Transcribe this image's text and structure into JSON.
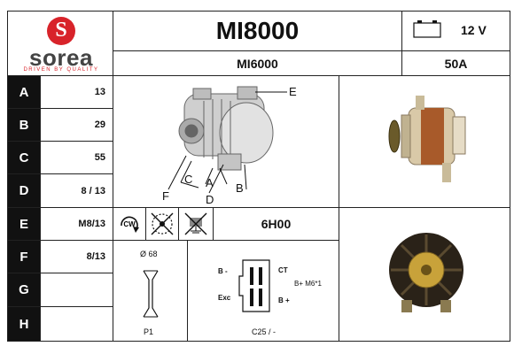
{
  "brand": {
    "name": "sorea",
    "mark": "S",
    "tagline": "DRIVEN BY QUALITY",
    "color": "#d8232a"
  },
  "product": {
    "model": "MI8000",
    "alt_model": "MI6000",
    "voltage": "12 V",
    "amperage": "50A"
  },
  "rows": [
    {
      "label": "A",
      "value": "13"
    },
    {
      "label": "B",
      "value": "29"
    },
    {
      "label": "C",
      "value": "55"
    },
    {
      "label": "D",
      "value": "8 / 13"
    },
    {
      "label": "E",
      "value": "M8/13"
    },
    {
      "label": "F",
      "value": "8/13"
    },
    {
      "label": "G",
      "value": ""
    },
    {
      "label": "H",
      "value": ""
    }
  ],
  "diagram_labels": {
    "a": "A",
    "b": "B",
    "c": "C",
    "d": "D",
    "e": "E",
    "f": "F"
  },
  "icons": {
    "rotation": "CW",
    "rotation_icon": "clockwise-rotation-icon",
    "fan_icon": "fan-crossed-icon",
    "ground_icon": "ground-crossed-icon"
  },
  "clock_code": "6H00",
  "pulley": {
    "diameter": "Ø 68",
    "code": "P1"
  },
  "connector": {
    "b_minus": "B -",
    "ct": "CT",
    "exc": "Exc",
    "b_plus": "B +",
    "b_plus_thread": "B+ M6*1",
    "code": "C25 / -"
  }
}
